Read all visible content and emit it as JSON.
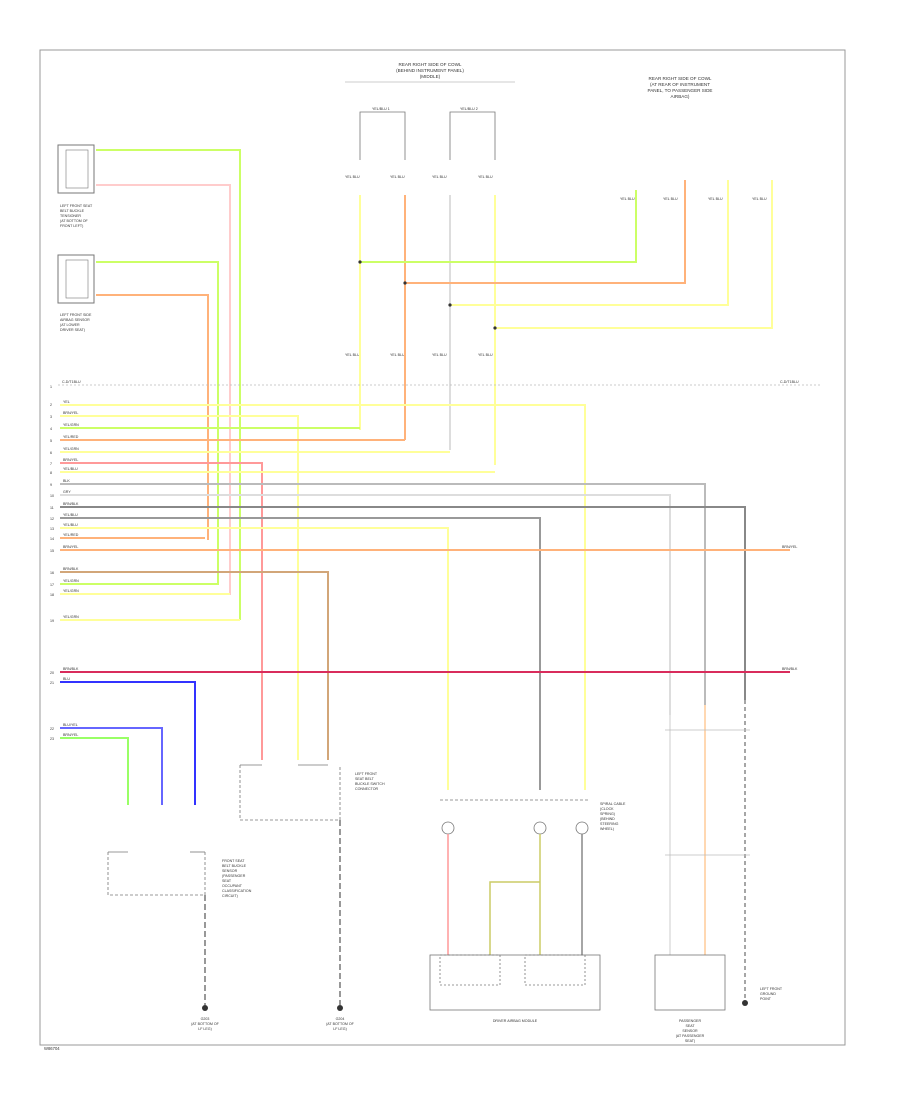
{
  "header": {
    "title_lines": [
      "REAR RIGHT SIDE OF COWL",
      "(BEHIND INSTRUMENT PANEL)",
      "(MIDDLE)"
    ],
    "right_lines": [
      "REAR RIGHT SIDE OF COWL",
      "(AT REAR OF INSTRUMENT",
      "PANEL, TO PASSENGER SIDE",
      "AIRBAG)"
    ]
  },
  "footer_code": "W86704",
  "components": {
    "left_front_seatbelt": [
      "LEFT FRONT SEAT",
      "BELT BUCKLE",
      "TENSIONER",
      "(AT BOTTOM OF",
      "FRONT LEFT)"
    ],
    "left_front_side": [
      "LEFT FRONT SIDE",
      "AIRBAG SENSOR",
      "(AT LOWER",
      "DRIVER SEAT)"
    ],
    "right_front_seatbelt": [
      "LEFT FRONT",
      "SEAT BELT",
      "BUCKLE SWITCH",
      "CONNECTOR"
    ],
    "front_seat_sensor": [
      "FRONT SEAT",
      "BELT BUCKLE",
      "SENSOR",
      "(PASSENGER",
      "SEAT",
      "OCCUPANT",
      "CLASSIFICATION",
      "CIRCUIT)"
    ],
    "spiral_cable": [
      "SPIRAL CABLE",
      "(CLOCK",
      "SPRING)",
      "(BEHIND",
      "STEERING",
      "WHEEL)"
    ],
    "driver_airbag_module": "DRIVER AIRBAG MODULE",
    "passenger_sensor": [
      "PASSENGER",
      "SEAT",
      "SENSOR",
      "(AT PASSENGER",
      "SEAT)"
    ],
    "left_front_ground": [
      "LEFT FRONT",
      "GROUND",
      "POINT"
    ],
    "ground_1": [
      "G203",
      "(AT BOTTOM OF",
      "LF LEG)"
    ],
    "ground_2": [
      "G204",
      "(AT BOTTOM OF",
      "LF LEG)"
    ]
  },
  "pin_labels": [
    "1",
    "2",
    "3",
    "4",
    "5",
    "6",
    "7",
    "8",
    "9",
    "10",
    "11",
    "12",
    "13",
    "14",
    "15",
    "16",
    "17",
    "18",
    "19",
    "20",
    "21",
    "22",
    "23"
  ],
  "connector_labels": {
    "top_left": "YEL/BLU 1",
    "top_mid": "YEL/BLU 2",
    "top_pins": [
      "YEL BLU",
      "YEL BLU",
      "YEL BLU",
      "YEL BLU"
    ],
    "mid_pins": [
      "YEL BLU",
      "YEL BLU",
      "YEL BLU",
      "YEL BLU"
    ],
    "right_pins": [
      "YEL BLU",
      "YEL BLU",
      "YEL BLU",
      "YEL BLU"
    ],
    "bus_left": "C-D/T1BLU",
    "bus_right": "C-D/T1BLU"
  },
  "wires": {
    "colors": {
      "yellow": "#ffff99",
      "yellowgreen": "#ccff66",
      "green": "#99ff66",
      "orange": "#ffb27a",
      "pink": "#ff9999",
      "red": "#d92c5c",
      "blue": "#3333ff",
      "gray": "#888888",
      "darkgray": "#666666",
      "brown": "#d2a679"
    },
    "row_labels": [
      "YEL",
      "BRN/YEL",
      "YEL/GRN",
      "YEL/RED",
      "YEL/GRN",
      "BRN/YEL",
      "YEL/BLU",
      "BLK",
      "GRY",
      "BRN/BLK",
      "YEL/BLU",
      "YEL/BLU",
      "YEL/RED",
      "BRN/YEL",
      "BRN/BLK",
      "YEL/GRN",
      "YEL/GRN",
      "YEL/GRN",
      "BRN/BLK",
      "BLU"
    ],
    "right_labels": [
      "BRN/YEL",
      "BRN/BLK"
    ],
    "left_labels": [
      "BLU/YEL",
      "BRN/YEL"
    ]
  }
}
